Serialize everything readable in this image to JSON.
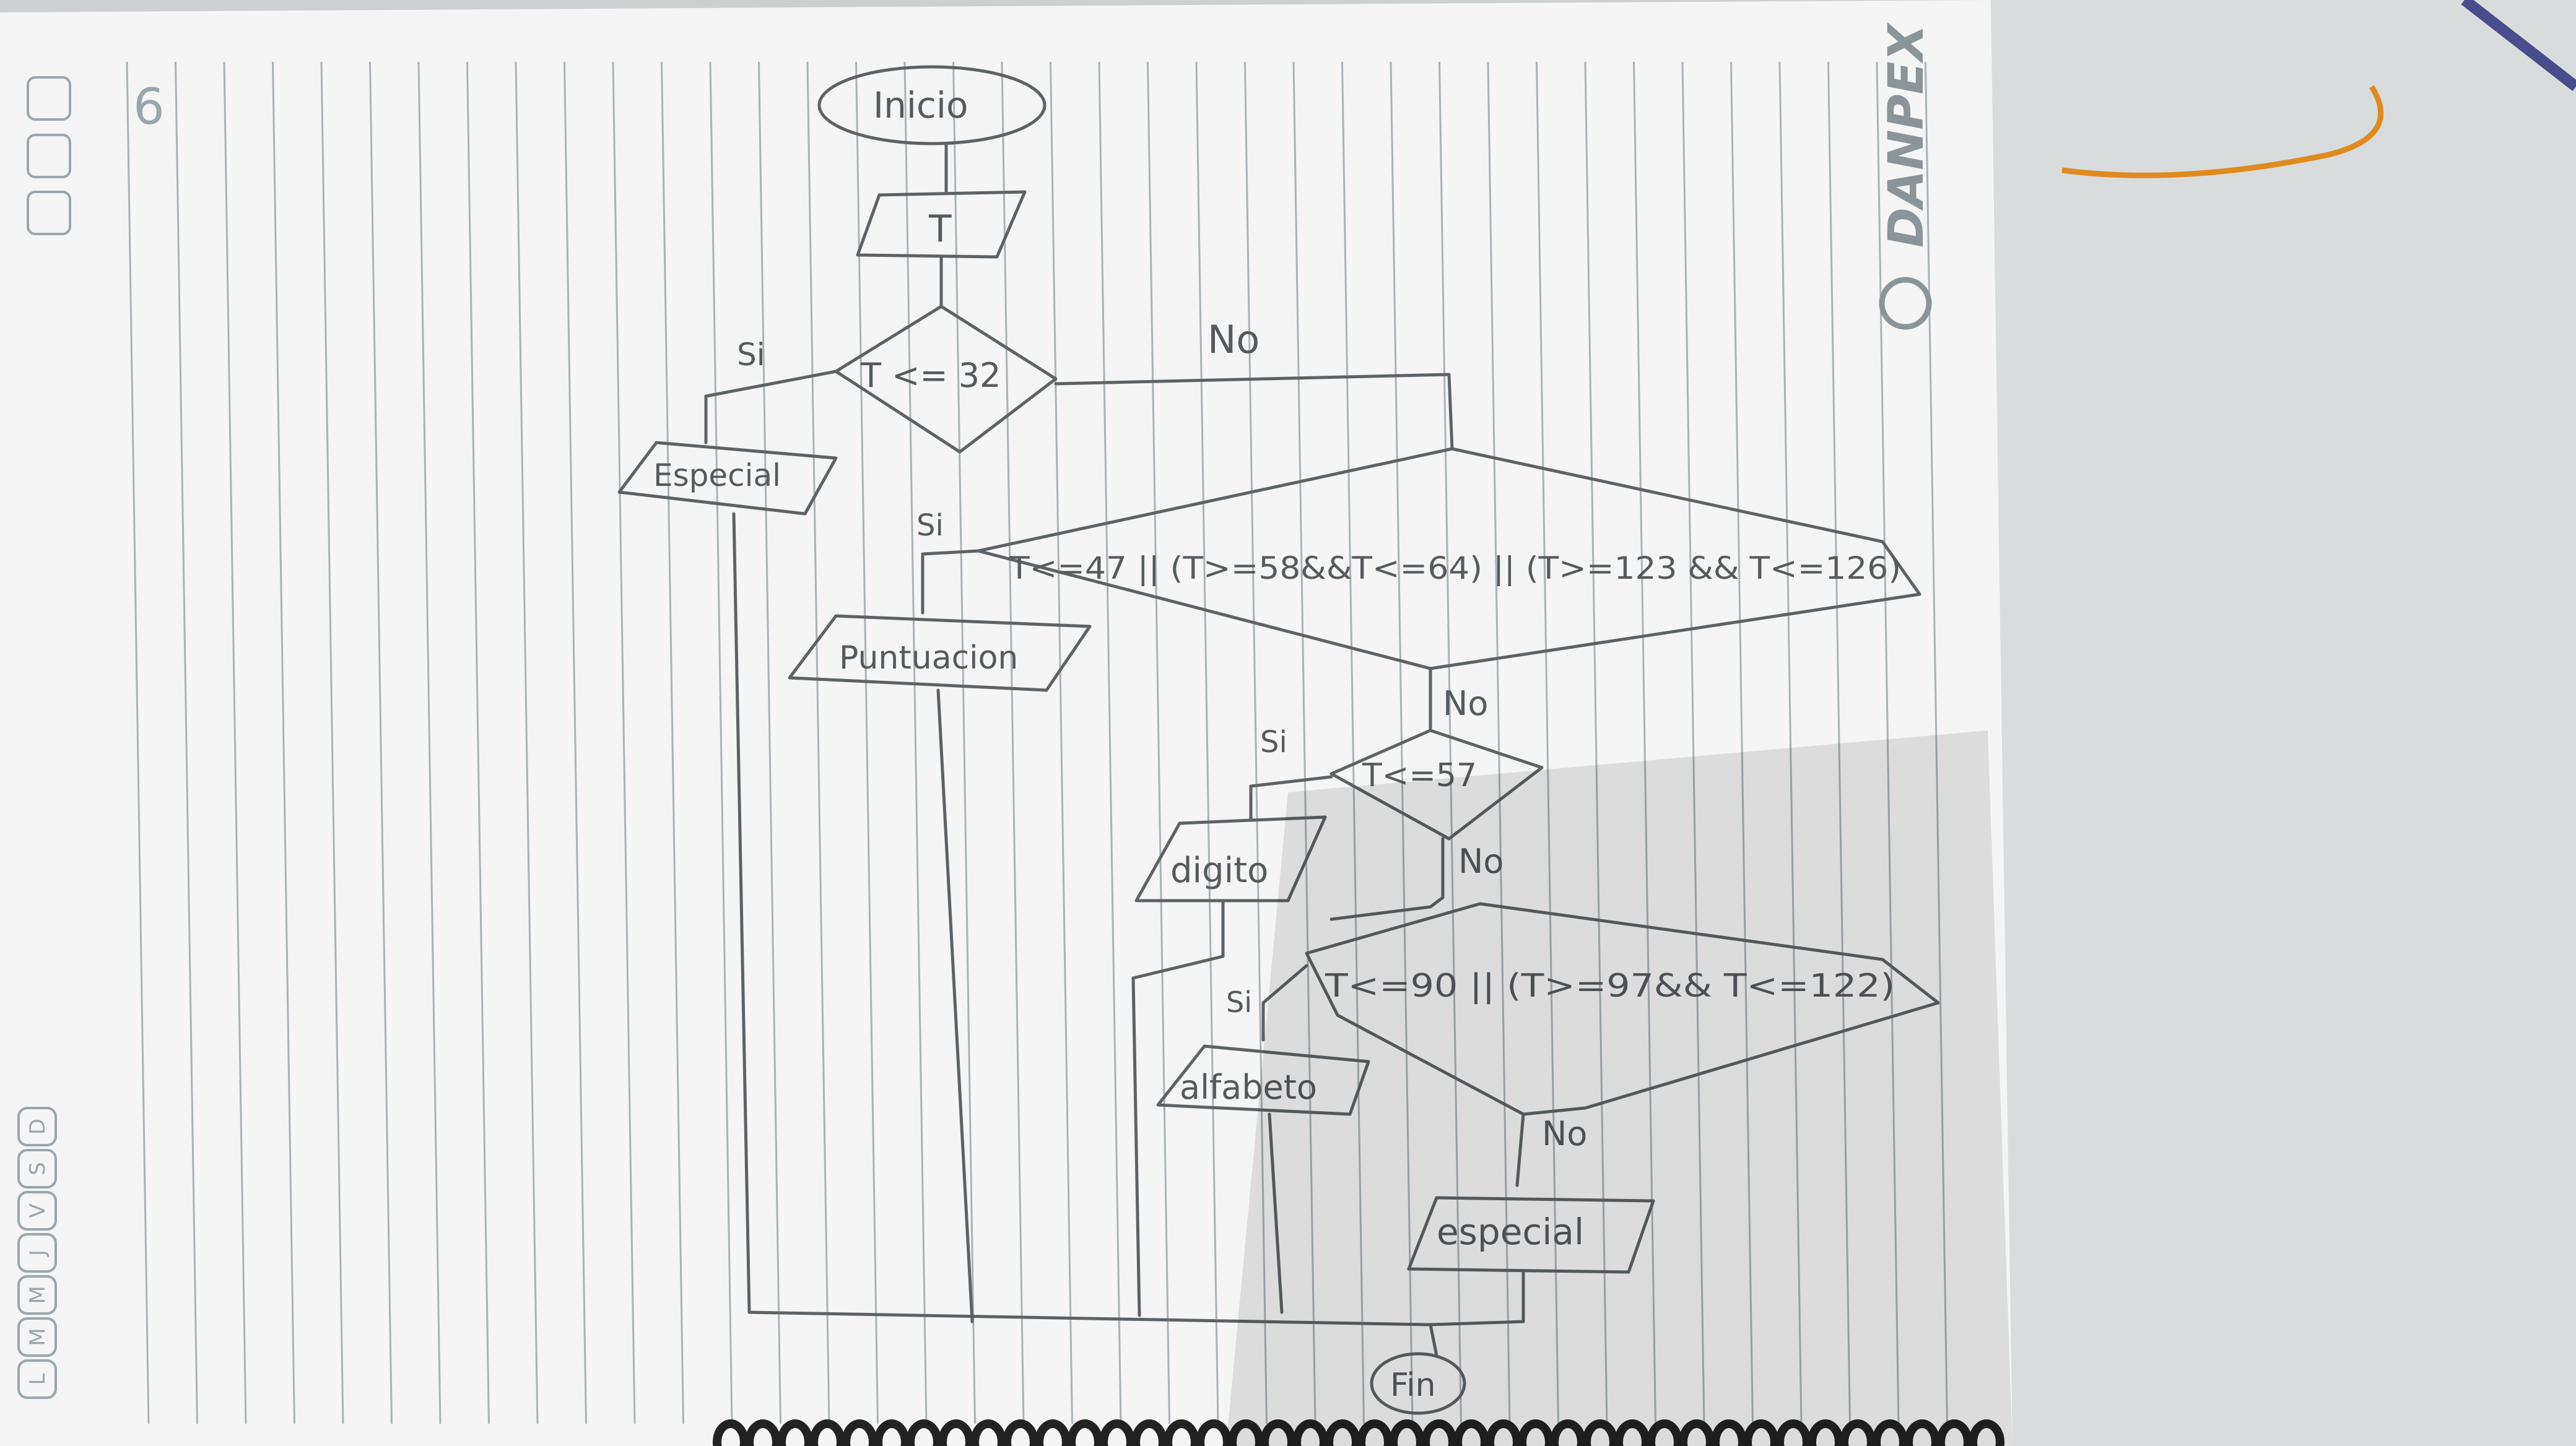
{
  "page": {
    "number": "6"
  },
  "brand": {
    "name": "DANPEX"
  },
  "date_boxes": [
    "L",
    "M",
    "M",
    "J",
    "V",
    "S",
    "D"
  ],
  "flowchart": {
    "start": "Inicio",
    "input": "T",
    "decision_1": "T <= 32",
    "decision_1_yes": "Si",
    "decision_1_no": "No",
    "output_1": "Especial",
    "decision_2": "T<=47 || (T>=58&&T<=64) || (T>=123 && T<=126)",
    "decision_2_yes": "Si",
    "decision_2_no": "No",
    "output_2": "Puntuacion",
    "decision_3": "T<=57",
    "decision_3_yes": "Si",
    "decision_3_no": "No",
    "output_3": "digito",
    "decision_4": "T<=90 || (T>=97&& T<=122)",
    "decision_4_yes": "Si",
    "decision_4_no": "No",
    "output_4": "alfabeto",
    "output_5": "especial",
    "end": "Fin"
  },
  "colors": {
    "paper": "#f4f5f4",
    "ink": "#555a5e",
    "desk": "#cfd2d3",
    "rule": "#9aa6ad",
    "orange_stain": "#e08a1e"
  }
}
